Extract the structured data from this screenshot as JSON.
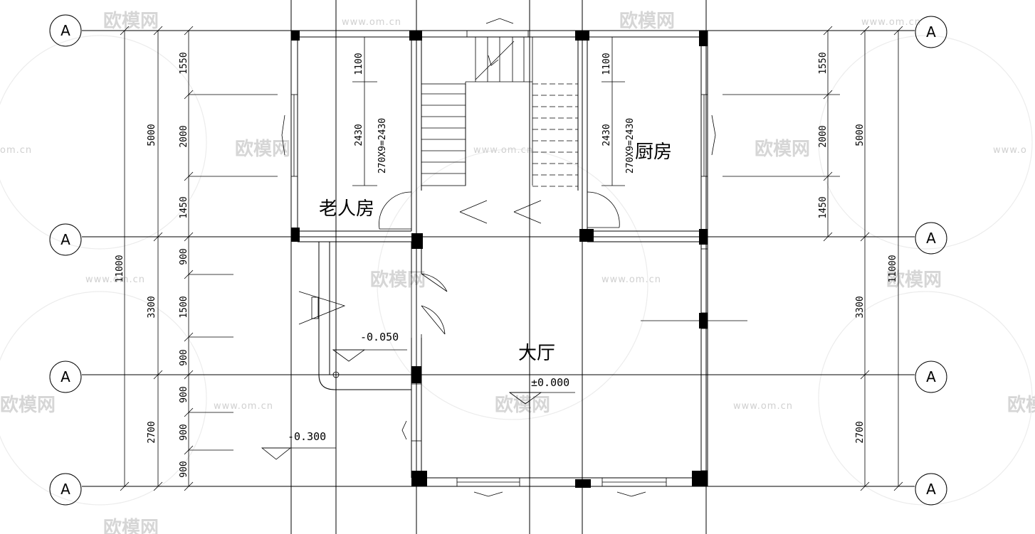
{
  "watermark": {
    "brand": "欧模网",
    "url": "www.om.cn",
    "url_left": "om.cn",
    "url_right": "www.o"
  },
  "axis_labels": {
    "left": [
      "A",
      "A",
      "A",
      "A"
    ],
    "right": [
      "A",
      "A",
      "A",
      "A"
    ]
  },
  "dimensions": {
    "left_overall": "11000",
    "left_major": [
      "5000",
      "3300",
      "2700"
    ],
    "left_minor": [
      "1550",
      "2000",
      "1450",
      "900",
      "1500",
      "900",
      "900",
      "900",
      "900"
    ],
    "right_overall": "11000",
    "right_major": [
      "5000",
      "3300",
      "2700"
    ],
    "right_minor": [
      "1550",
      "2000",
      "1450"
    ],
    "stair_left": [
      "1100",
      "2430",
      "270X9=2430"
    ],
    "stair_right": [
      "1100",
      "2430",
      "270X9=2430"
    ]
  },
  "rooms": {
    "elder_room": "老人房",
    "kitchen": "厨房",
    "living_hall": "大厅"
  },
  "levels": {
    "porch": "-0.050",
    "hall": "±0.000",
    "outdoor": "-0.300"
  },
  "colors": {
    "lines": "#000000",
    "watermark": "#d6d6d6",
    "background": "#ffffff"
  }
}
